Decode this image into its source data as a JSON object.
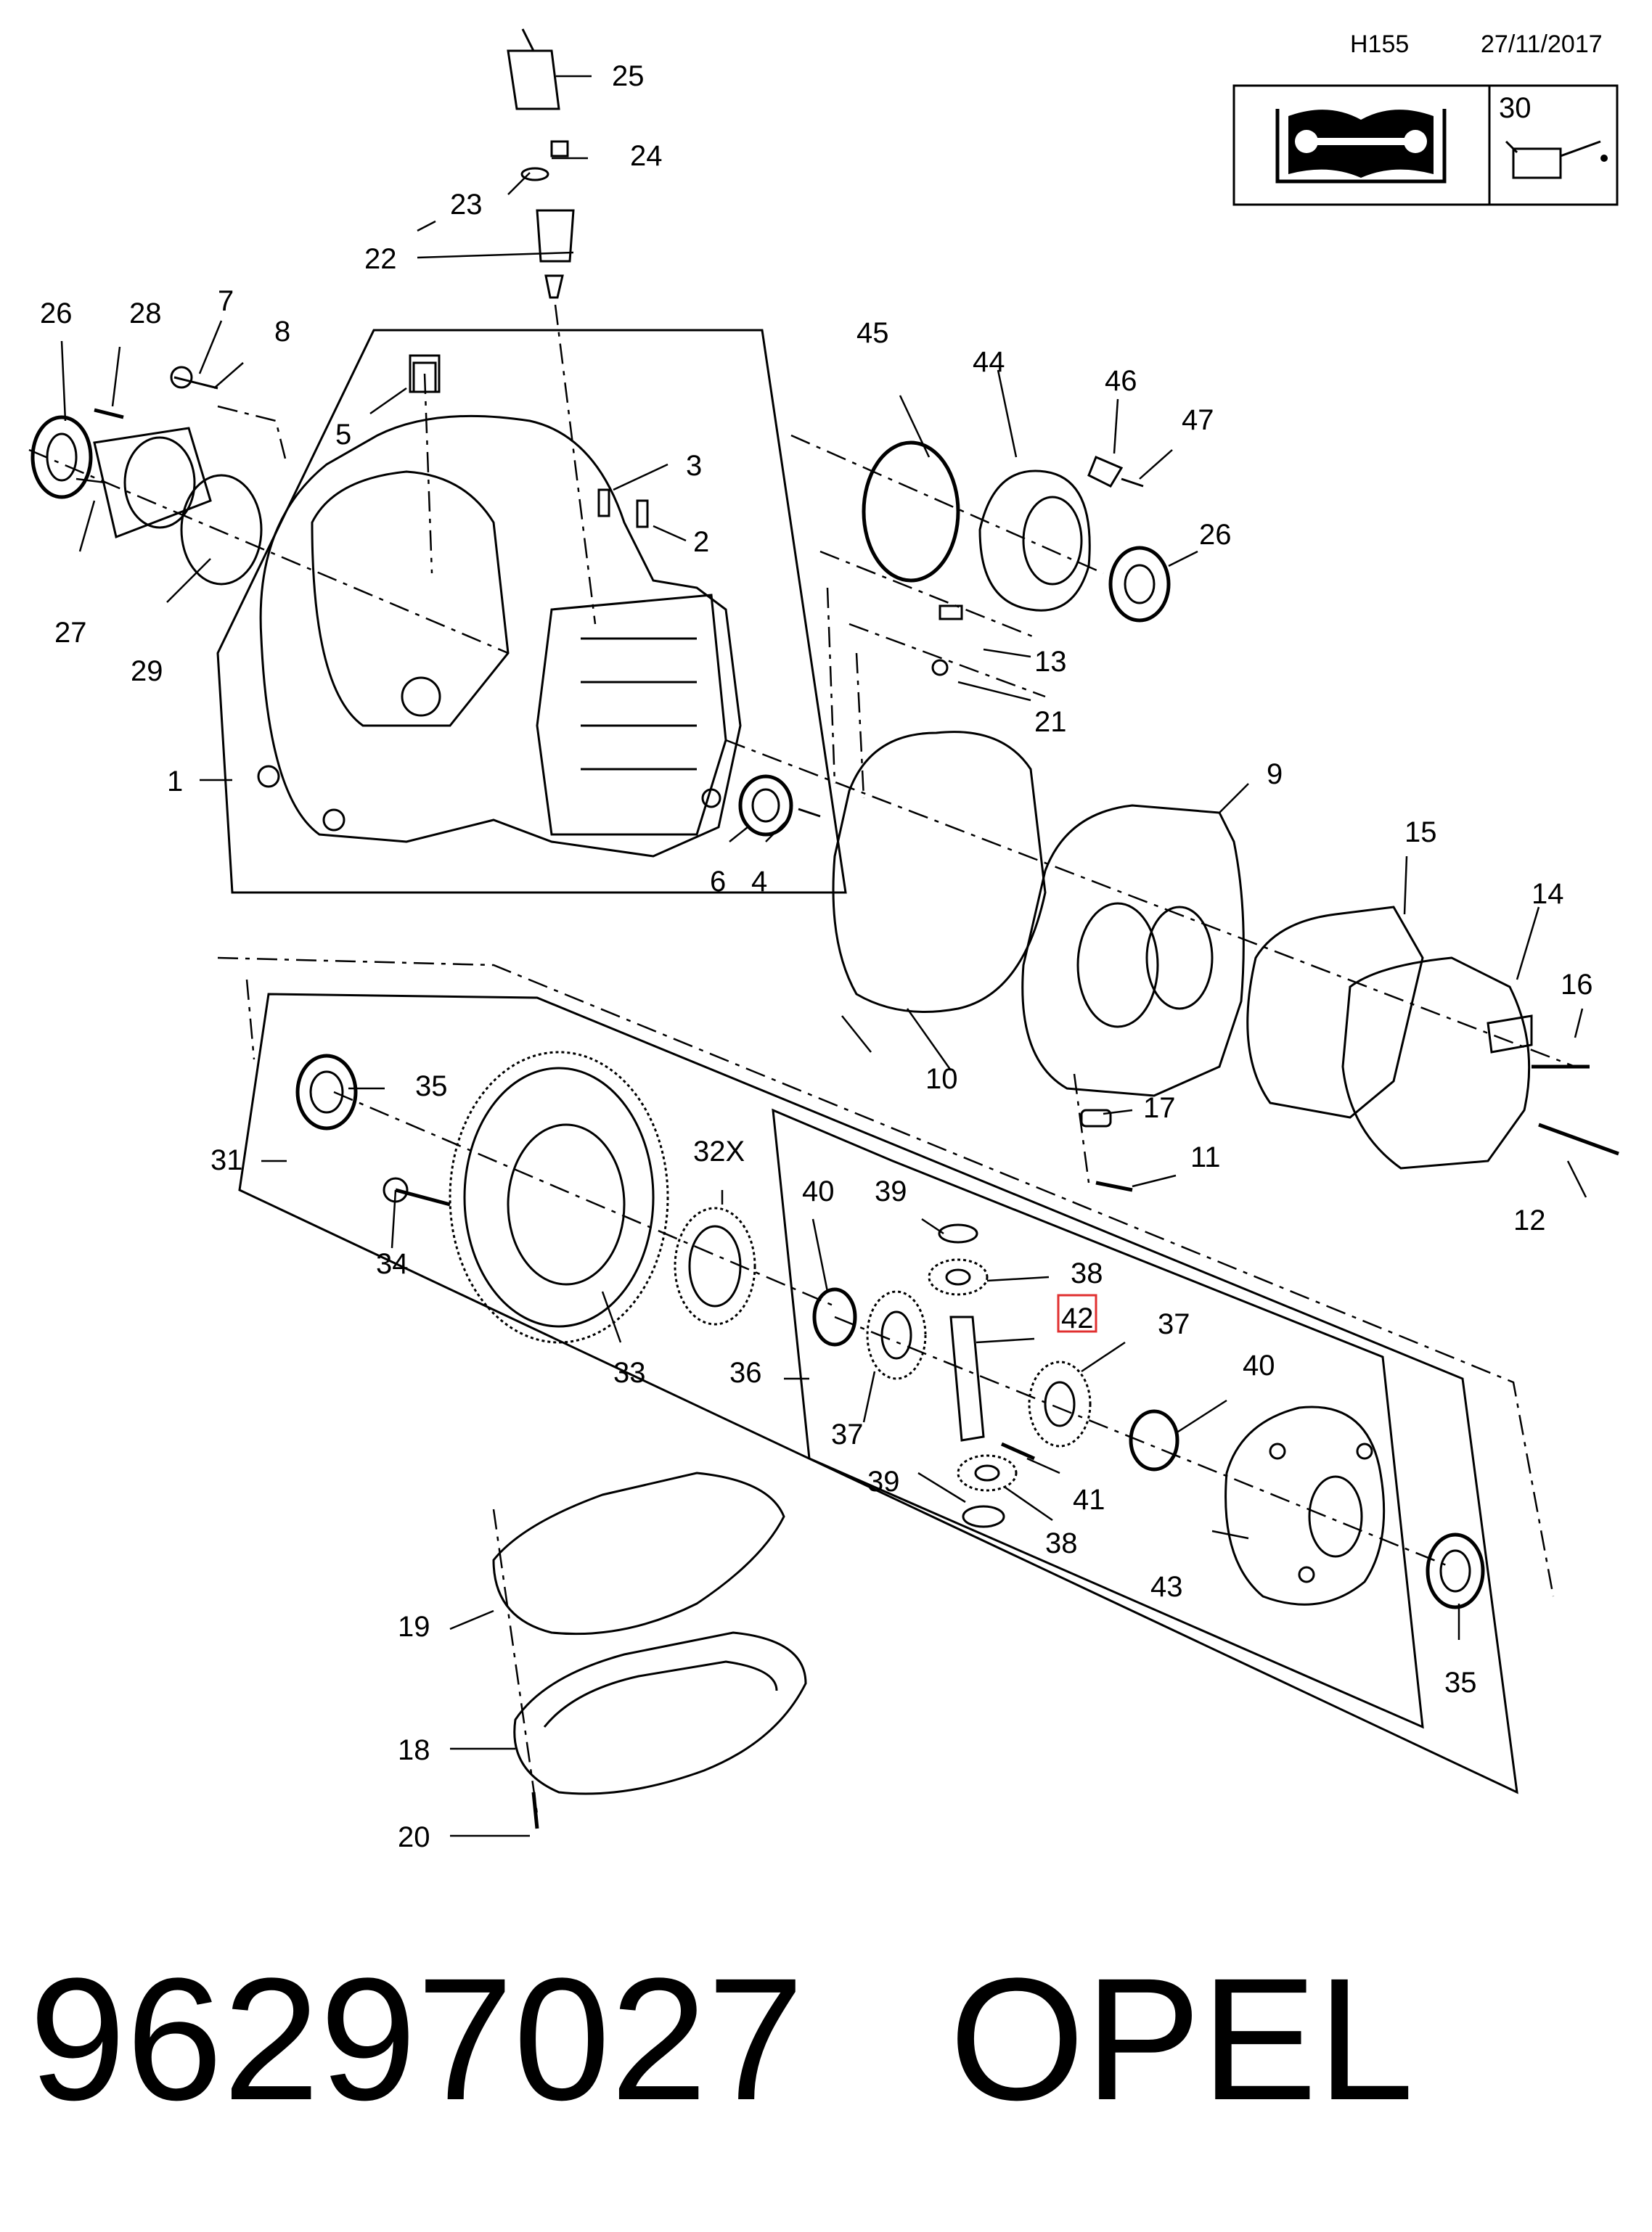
{
  "header": {
    "code": "H155",
    "date": "27/11/2017",
    "oil_ref": "30",
    "manual_icon": "manual-wrench-book-icon",
    "oil_icon": "oil-can-icon"
  },
  "callouts": {
    "c1": "1",
    "c2": "2",
    "c3": "3",
    "c4": "4",
    "c5": "5",
    "c6": "6",
    "c7": "7",
    "c8": "8",
    "c9": "9",
    "c10": "10",
    "c11": "11",
    "c12": "12",
    "c13": "13",
    "c14": "14",
    "c15": "15",
    "c16": "16",
    "c17": "17",
    "c18": "18",
    "c19": "19",
    "c20": "20",
    "c21": "21",
    "c22": "22",
    "c23": "23",
    "c24": "24",
    "c25": "25",
    "c26a": "26",
    "c26b": "26",
    "c27": "27",
    "c28": "28",
    "c29": "29",
    "c31": "31",
    "c32x": "32X",
    "c33": "33",
    "c34": "34",
    "c35a": "35",
    "c35b": "35",
    "c36": "36",
    "c37a": "37",
    "c37b": "37",
    "c38a": "38",
    "c38b": "38",
    "c39a": "39",
    "c39b": "39",
    "c40a": "40",
    "c40b": "40",
    "c41": "41",
    "c42": "42",
    "c43": "43",
    "c44": "44",
    "c45": "45",
    "c46": "46",
    "c47": "47"
  },
  "highlight": {
    "part": "42",
    "color": "#e03030"
  },
  "footer": {
    "part_number": "96297027",
    "brand": "OPEL"
  }
}
